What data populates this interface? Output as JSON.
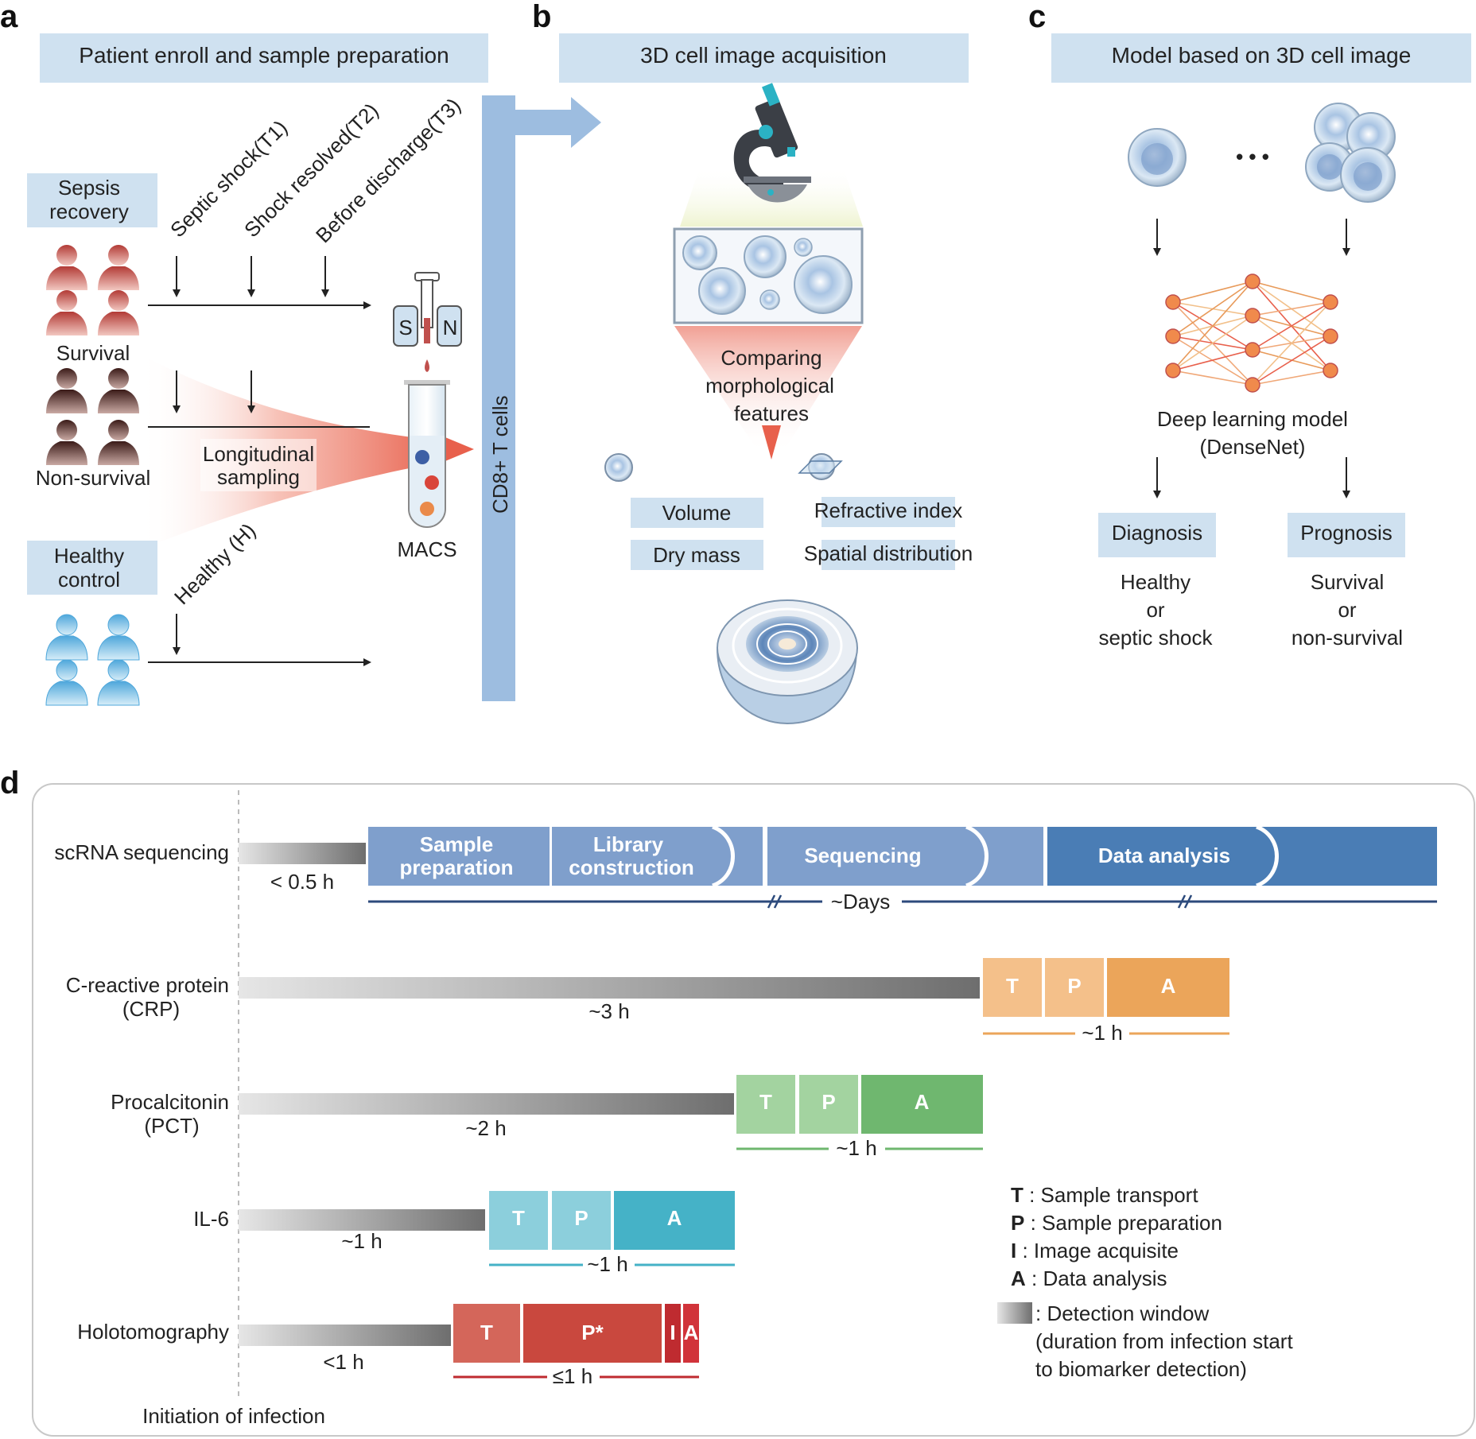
{
  "panels": {
    "a": "a",
    "b": "b",
    "c": "c",
    "d": "d"
  },
  "panel_a": {
    "header": "Patient enroll and sample preparation",
    "sepsis_box": [
      "Sepsis",
      "recovery"
    ],
    "healthy_box": [
      "Healthy",
      "control"
    ],
    "timepoints": [
      "Septic shock(T1)",
      "Shock resolved(T2)",
      "Before discharge(T3)"
    ],
    "healthy_timepoint": "Healthy (H)",
    "groups": {
      "survival": "Survival",
      "non_survival": "Non-survival"
    },
    "sampling": [
      "Longitudinal",
      "sampling"
    ],
    "macs": "MACS",
    "column_s": "S",
    "column_n": "N",
    "cd8": "CD8+ T cells"
  },
  "panel_b": {
    "header": "3D cell image acquisition",
    "comparing": [
      "Comparing",
      "morphological",
      "features"
    ],
    "features": [
      "Volume",
      "Dry mass",
      "Refractive index",
      "Spatial distribution"
    ]
  },
  "panel_c": {
    "header": "Model based on 3D cell image",
    "ellipsis": "• • •",
    "model": [
      "Deep learning model",
      "(DenseNet)"
    ],
    "diagnosis": "Diagnosis",
    "prognosis": "Prognosis",
    "diagnosis_out": [
      "Healthy",
      "or",
      "septic shock"
    ],
    "prognosis_out": [
      "Survival",
      "or",
      "non-survival"
    ]
  },
  "panel_d": {
    "rows": [
      {
        "label": [
          "scRNA sequencing"
        ],
        "window": "< 0.5 h"
      },
      {
        "label": [
          "C-reactive protein",
          "(CRP)"
        ],
        "window": "~3 h"
      },
      {
        "label": [
          "Procalcitonin",
          "(PCT)"
        ],
        "window": "~2 h"
      },
      {
        "label": [
          "IL-6"
        ],
        "window": "~1 h"
      },
      {
        "label": [
          "Holotomography"
        ],
        "window": "<1 h"
      }
    ],
    "scrna_steps": [
      [
        "Sample",
        "preparation"
      ],
      [
        "Library",
        "construction"
      ],
      [
        "Sequencing"
      ],
      [
        "Data analysis"
      ]
    ],
    "scrna_span": "~Days",
    "crp": {
      "steps": [
        "T",
        "P",
        "A"
      ],
      "span": "~1 h"
    },
    "pct": {
      "steps": [
        "T",
        "P",
        "A"
      ],
      "span": "~1 h"
    },
    "il6": {
      "steps": [
        "T",
        "P",
        "A"
      ],
      "span": "~1 h"
    },
    "holo": {
      "steps": [
        "T",
        "P*",
        "I",
        "A"
      ],
      "span": "≤1 h"
    },
    "initiation": "Initiation of infection",
    "legend": [
      {
        "key": "T",
        "text": " : Sample transport"
      },
      {
        "key": "P",
        "text": " : Sample preparation"
      },
      {
        "key": "I",
        "text": " : Image acquisite"
      },
      {
        "key": "A",
        "text": " : Data analysis"
      }
    ],
    "detection": [
      ": Detection window",
      "(duration from infection start",
      "to biomarker detection)"
    ]
  },
  "colors": {
    "header_bg": "#cfe1f0",
    "cd8_bar": "#9dbde0",
    "survival": "#c0504d",
    "non_survival": "#4a2622",
    "healthy": "#5ab0de",
    "sampling_red": "#e8604c",
    "scrna_light": "#7f9fcc",
    "scrna_dark": "#4a7db5",
    "scrna_line": "#2c4a7c",
    "crp": "#eba55a",
    "pct": "#6fb76f",
    "il6": "#45b2c7",
    "holo": "#c9483e",
    "holo_dark": "#bf2b30"
  }
}
